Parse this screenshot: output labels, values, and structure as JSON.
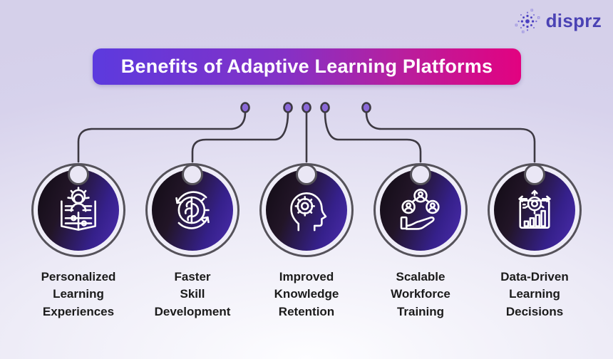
{
  "brand": {
    "name": "disprz",
    "logo_icon": "sparkle-dots-icon",
    "text_color": "#4a42b4"
  },
  "header": {
    "title": "Benefits of Adaptive Learning Platforms",
    "gradient_left": "#5c3ade",
    "gradient_right": "#e20280",
    "text_color": "#ffffff"
  },
  "items": [
    {
      "id": "personalized-learning-experiences",
      "icon": "book-learner-gear-icon",
      "lines": [
        "Personalized",
        "Learning",
        "Experiences"
      ]
    },
    {
      "id": "faster-skill-development",
      "icon": "brain-gear-cycle-icon",
      "lines": [
        "Faster",
        "Skill",
        "Development"
      ]
    },
    {
      "id": "improved-knowledge-retention",
      "icon": "head-gear-icon",
      "lines": [
        "Improved",
        "Knowledge",
        "Retention"
      ]
    },
    {
      "id": "scalable-workforce-training",
      "icon": "hand-team-network-icon",
      "lines": [
        "Scalable",
        "Workforce",
        "Training"
      ]
    },
    {
      "id": "data-driven-learning-decisions",
      "icon": "dashboard-gear-arrows-icon",
      "lines": [
        "Data-Driven",
        "Learning",
        "Decisions"
      ]
    }
  ],
  "styles": {
    "background_top": "#d7d2ec",
    "background_bottom": "#fdfdff",
    "circle_dark": "#120c16",
    "circle_purple": "#4c2dae",
    "ring_color": "#55525a",
    "connector_color": "#3d3942",
    "connector_dot_fill": "#8a68d8",
    "label_color": "#1b1b1b"
  }
}
